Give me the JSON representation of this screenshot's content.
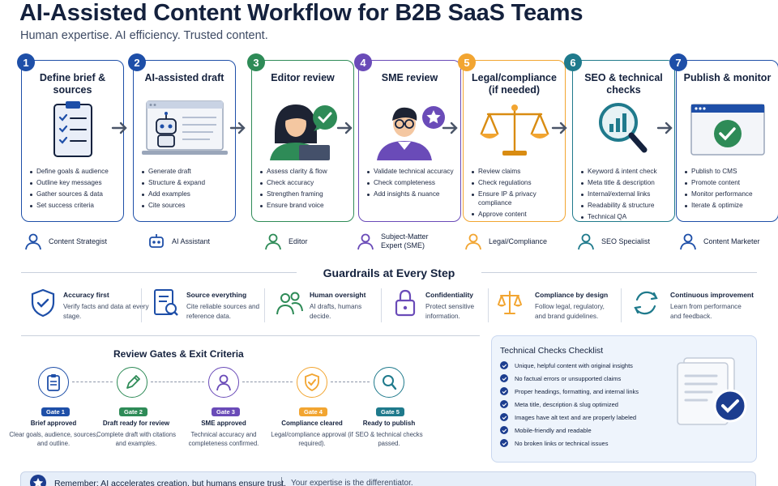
{
  "header": {
    "title": "AI-Assisted Content Workflow for B2B SaaS Teams",
    "subtitle": "Human expertise. AI efficiency. Trusted content."
  },
  "colors": {
    "navy": "#14213d",
    "blue": "#1e4fa8",
    "purple": "#6a4bb8",
    "green": "#2e8b57",
    "orange": "#f2a531",
    "teal": "#1f7a8c",
    "arrow": "#4a5568"
  },
  "steps": [
    {
      "number": "1",
      "title": "Define brief & sources",
      "icon": "clipboard-checklist-icon",
      "color": "#1e4fa8",
      "role": "Content Strategist",
      "items": [
        "Define goals & audience",
        "Outline key messages",
        "Gather sources & data",
        "Set success criteria"
      ]
    },
    {
      "number": "2",
      "title": "AI-assisted draft",
      "icon": "robot-laptop-icon",
      "color": "#1e4fa8",
      "role": "AI Assistant",
      "items": [
        "Generate draft",
        "Structure & expand",
        "Add examples",
        "Cite sources"
      ]
    },
    {
      "number": "3",
      "title": "Editor review",
      "icon": "editor-person-icon",
      "color": "#2e8b57",
      "role": "Editor",
      "items": [
        "Assess clarity & flow",
        "Check accuracy",
        "Strengthen framing",
        "Ensure brand voice"
      ]
    },
    {
      "number": "4",
      "title": "SME review",
      "icon": "sme-person-icon",
      "color": "#6a4bb8",
      "role": "Subject-Matter Expert (SME)",
      "items": [
        "Validate technical accuracy",
        "Check completeness",
        "Add insights & nuance"
      ]
    },
    {
      "number": "5",
      "title": "Legal/compliance (if needed)",
      "icon": "scales-icon",
      "color": "#f2a531",
      "role": "Legal/Compliance",
      "items": [
        "Review claims",
        "Check regulations",
        "Ensure IP & privacy compliance",
        "Approve content"
      ]
    },
    {
      "number": "6",
      "title": "SEO & technical checks",
      "icon": "magnifier-chart-icon",
      "color": "#1f7a8c",
      "role": "SEO Specialist",
      "items": [
        "Keyword & intent check",
        "Meta title & description",
        "Internal/external links",
        "Readability & structure",
        "Technical QA"
      ]
    },
    {
      "number": "7",
      "title": "Publish & monitor",
      "icon": "browser-check-icon",
      "color": "#1e4fa8",
      "role": "Content Marketer",
      "items": [
        "Publish to CMS",
        "Promote content",
        "Monitor performance",
        "Iterate & optimize"
      ]
    }
  ],
  "guardrails": {
    "title": "Guardrails at Every Step",
    "items": [
      {
        "title": "Accuracy first",
        "desc": "Verify facts and data at every stage.",
        "icon": "shield-check-icon",
        "color": "#1e4fa8"
      },
      {
        "title": "Source everything",
        "desc": "Cite reliable sources and reference data.",
        "icon": "document-search-icon",
        "color": "#1e4fa8"
      },
      {
        "title": "Human oversight",
        "desc": "AI drafts, humans decide.",
        "icon": "people-icon",
        "color": "#2e8b57"
      },
      {
        "title": "Confidentiality",
        "desc": "Protect sensitive information.",
        "icon": "lock-icon",
        "color": "#6a4bb8"
      },
      {
        "title": "Compliance by design",
        "desc": "Follow legal, regulatory, and brand guidelines.",
        "icon": "scales-icon",
        "color": "#f2a531"
      },
      {
        "title": "Continuous improvement",
        "desc": "Learn from performance and feedback.",
        "icon": "cycle-arrows-icon",
        "color": "#1f7a8c"
      }
    ]
  },
  "gates": {
    "title": "Review Gates & Exit Criteria",
    "items": [
      {
        "tag": "Gate 1",
        "name": "Brief approved",
        "desc": "Clear goals, audience, sources, and outline.",
        "icon": "clipboard-icon",
        "color": "#1e4fa8"
      },
      {
        "tag": "Gate 2",
        "name": "Draft ready for review",
        "desc": "Complete draft with citations and examples.",
        "icon": "pencil-icon",
        "color": "#2e8b57"
      },
      {
        "tag": "Gate 3",
        "name": "SME approved",
        "desc": "Technical accuracy and completeness confirmed.",
        "icon": "person-icon",
        "color": "#6a4bb8"
      },
      {
        "tag": "Gate 4",
        "name": "Compliance cleared",
        "desc": "Legal/compliance approval (if required).",
        "icon": "shield-check-icon",
        "color": "#f2a531"
      },
      {
        "tag": "Gate 5",
        "name": "Ready to publish",
        "desc": "SEO & technical checks passed.",
        "icon": "magnifier-icon",
        "color": "#1f7a8c"
      }
    ]
  },
  "checklist": {
    "title": "Technical Checks Checklist",
    "items": [
      "Unique, helpful content with original insights",
      "No factual errors or unsupported claims",
      "Proper headings, formatting, and internal links",
      "Meta title, description & slug optimized",
      "Images have alt text and are properly labeled",
      "Mobile-friendly and readable",
      "No broken links or technical issues"
    ]
  },
  "footer": {
    "primary": "Remember: AI accelerates creation, but humans ensure trust.",
    "secondary": "Your expertise is the differentiator."
  }
}
